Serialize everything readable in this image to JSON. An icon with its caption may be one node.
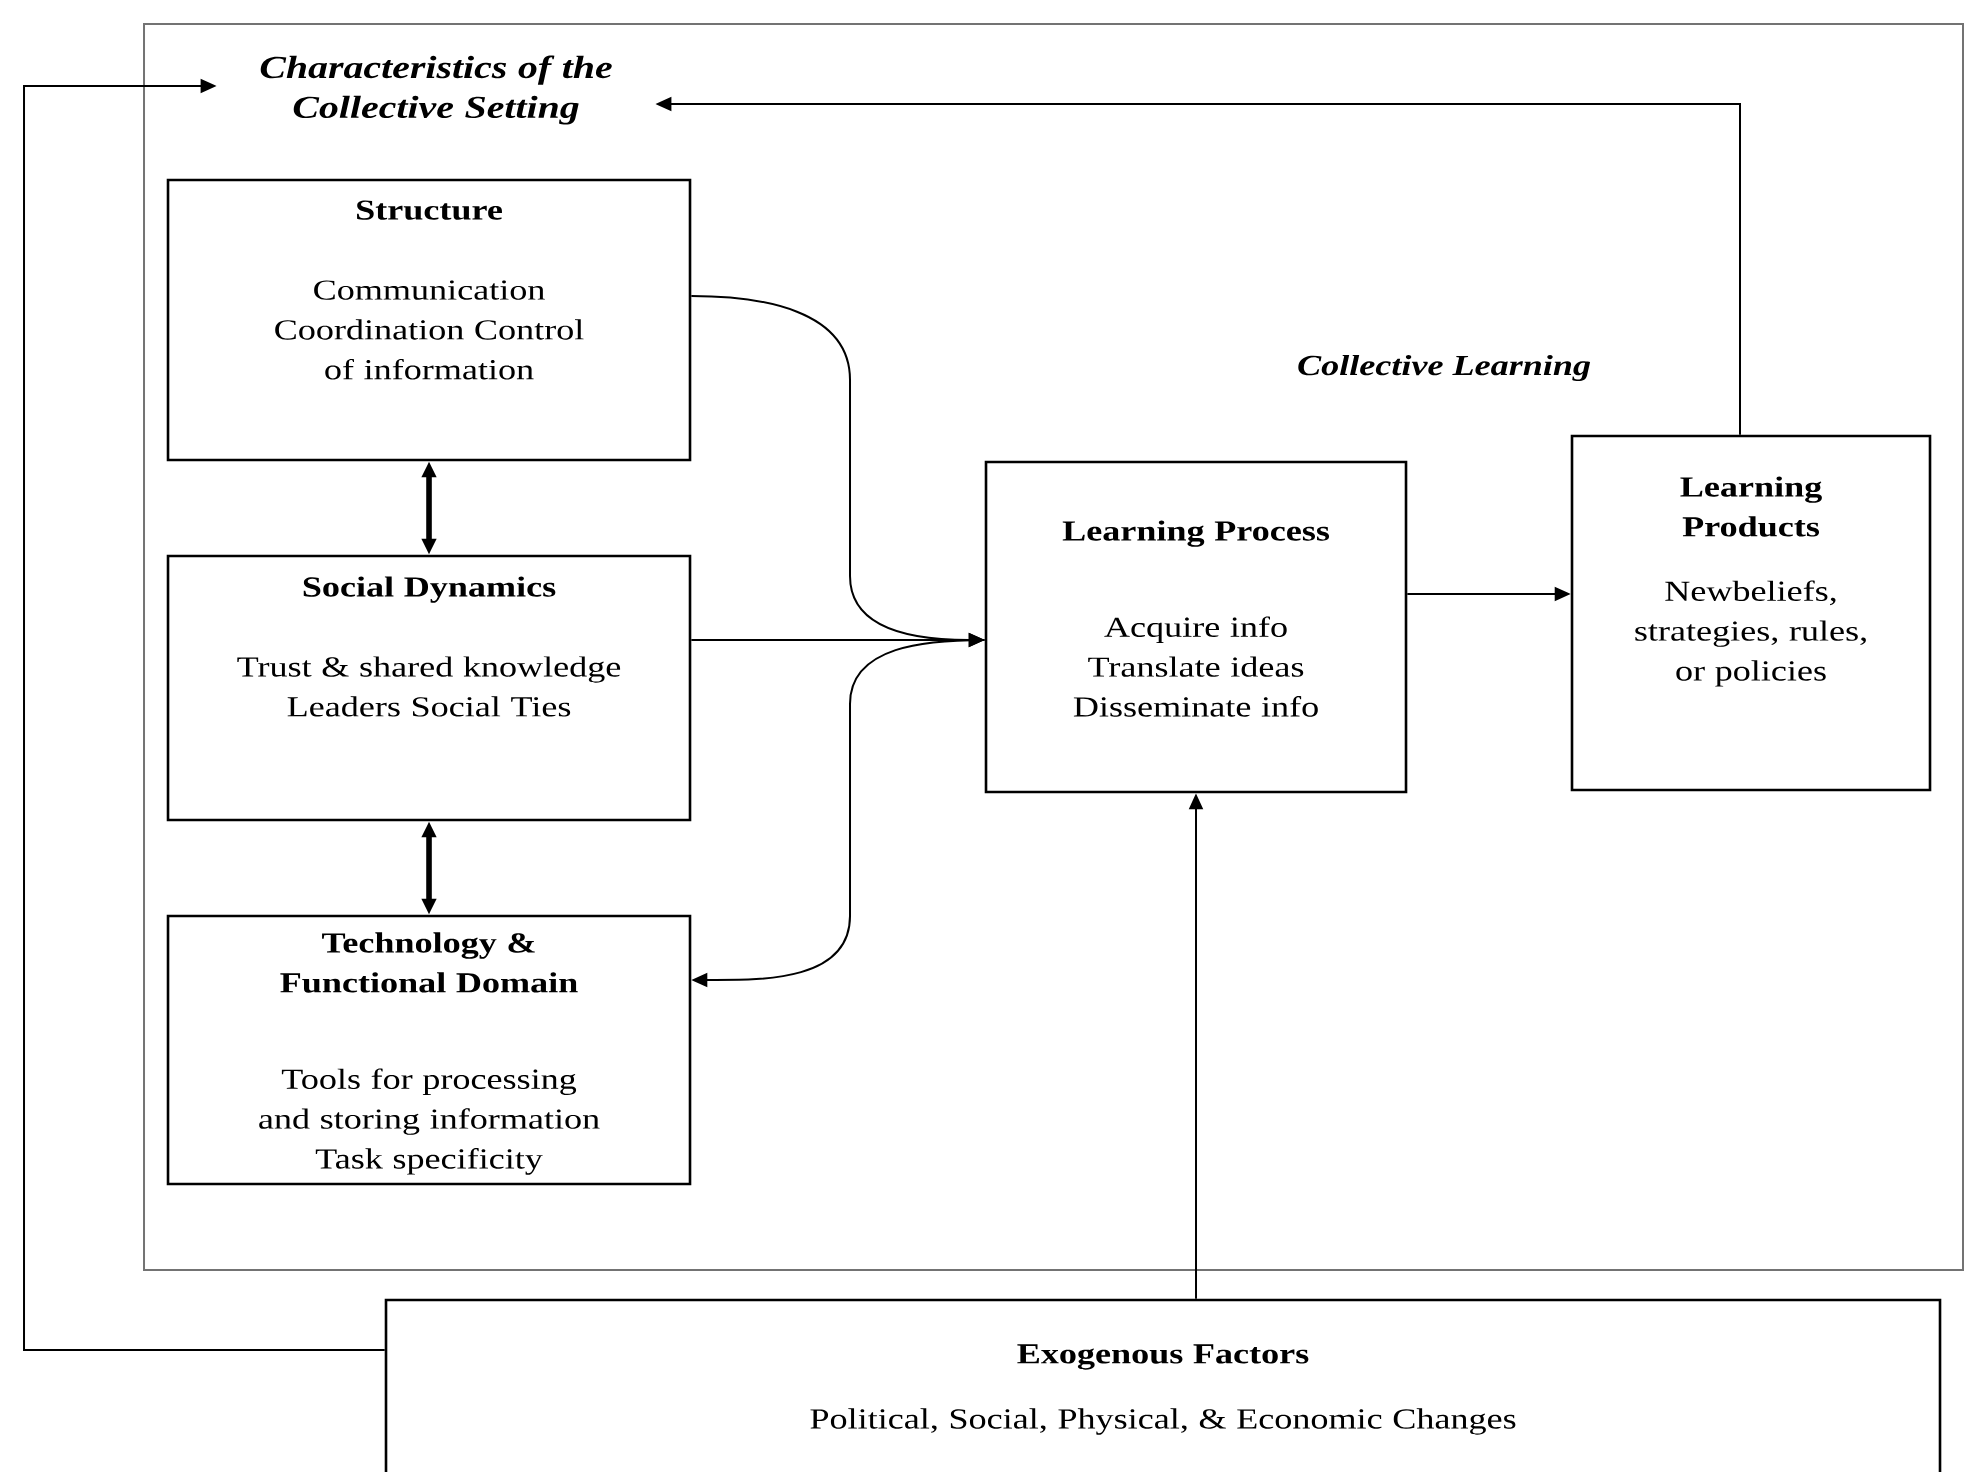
{
  "diagram": {
    "nodes": [
      {
        "text": [
          "Collective Learning"
        ]
      },
      {
        "text": [
          "Characteristics of the Collective Setting"
        ],
        "in": 0
      },
      {
        "text": [
          "Structure",
          "Communication Coordination Control of information"
        ],
        "in": 0
      },
      {
        "text": [
          "Social Dynamics",
          "Trust & shared knowledge Leaders Social Ties"
        ],
        "in": 0
      },
      {
        "text": [
          "Technology & Functional Domain",
          "Tools for processing and storing information Task specificity"
        ],
        "in": 0
      },
      {
        "text": [
          "Learning Process",
          "Acquire info Translate ideas Disseminate info"
        ],
        "in": 0
      },
      {
        "text": [
          "Learning Products",
          "Newbeliefs, strategies, rules, or policies"
        ],
        "in": 0
      },
      {
        "text": [
          "Exogenous Factors",
          "Political, Social, Physical, & Economic Changes"
        ]
      }
    ],
    "edges": [
      {
        "from": 2,
        "to": 3,
        "arrow": "both",
        "style": "thick"
      },
      {
        "from": 3,
        "to": 4,
        "arrow": "both",
        "style": "thick"
      },
      {
        "from": 2,
        "to": 5,
        "arrow": "to"
      },
      {
        "from": 3,
        "to": 5,
        "arrow": "to"
      },
      {
        "from": 5,
        "to": 4,
        "arrow": "to"
      },
      {
        "from": 5,
        "to": 6,
        "arrow": "to"
      },
      {
        "from": 6,
        "to": 1,
        "arrow": "to"
      },
      {
        "from": 7,
        "to": 1,
        "arrow": "to"
      },
      {
        "from": 7,
        "to": 5,
        "arrow": "to"
      }
    ]
  }
}
